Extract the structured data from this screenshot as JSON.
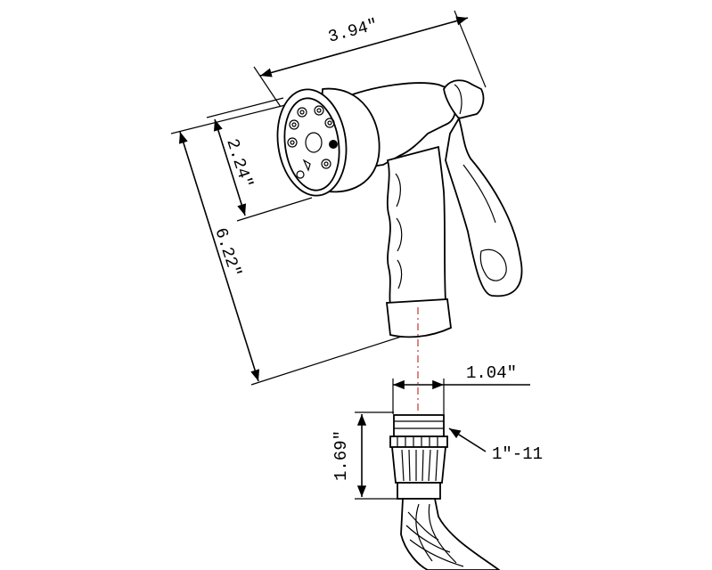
{
  "dimensions": {
    "overall_width": "3.94\"",
    "head_height": "2.24\"",
    "overall_height": "6.22\"",
    "connector_width": "1.04\"",
    "connector_height": "1.69\"",
    "thread_spec": "1\"-11"
  },
  "colors": {
    "line": "#000000",
    "centerline": "#c0392b",
    "background": "#ffffff"
  }
}
